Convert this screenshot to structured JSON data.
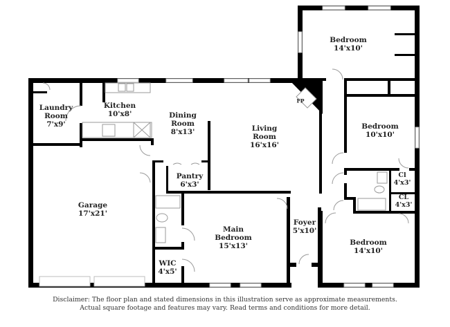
{
  "plan": {
    "rooms": [
      {
        "id": "bedroom-top",
        "name": "Bedroom",
        "dims": "14'x10'"
      },
      {
        "id": "laundry",
        "name": "Laundry Room",
        "name_line1": "Laundry",
        "name_line2": "Room",
        "dims": "7'x9'"
      },
      {
        "id": "kitchen",
        "name": "Kitchen",
        "dims": "10'x8'"
      },
      {
        "id": "dining",
        "name": "Dining Room",
        "name_line1": "Dining",
        "name_line2": "Room",
        "dims": "8'x13'"
      },
      {
        "id": "living",
        "name": "Living Room",
        "name_line1": "Living",
        "name_line2": "Room",
        "dims": "16'x16'"
      },
      {
        "id": "bedroom-right",
        "name": "Bedroom",
        "dims": "10'x10'"
      },
      {
        "id": "closet-1",
        "name": "Cl",
        "dims": "4'x3'"
      },
      {
        "id": "closet-2",
        "name": "CL",
        "dims": "4'x3'"
      },
      {
        "id": "pantry",
        "name": "Pantry",
        "dims": "6'x3'"
      },
      {
        "id": "garage",
        "name": "Garage",
        "dims": "17'x21'"
      },
      {
        "id": "main-bedroom",
        "name": "Main Bedroom",
        "name_line1": "Main",
        "name_line2": "Bedroom",
        "dims": "15'x13'"
      },
      {
        "id": "foyer",
        "name": "Foyer",
        "dims": "5'x10'"
      },
      {
        "id": "bedroom-bottom",
        "name": "Bedroom",
        "dims": "14'x10'"
      },
      {
        "id": "wic",
        "name": "WIC",
        "dims": "4'x5'"
      }
    ],
    "fireplace_label": "FP",
    "colors": {
      "wall": "#000000",
      "window": "#cfcfcf",
      "fixture": "#9a9a9a",
      "background": "#ffffff"
    }
  },
  "disclaimer": {
    "line1": "Disclaimer: The floor plan and stated dimensions in this illustration serve as approximate measurements.",
    "line2": "Actual square footage and features may vary. Read terms and conditions for more detail."
  }
}
